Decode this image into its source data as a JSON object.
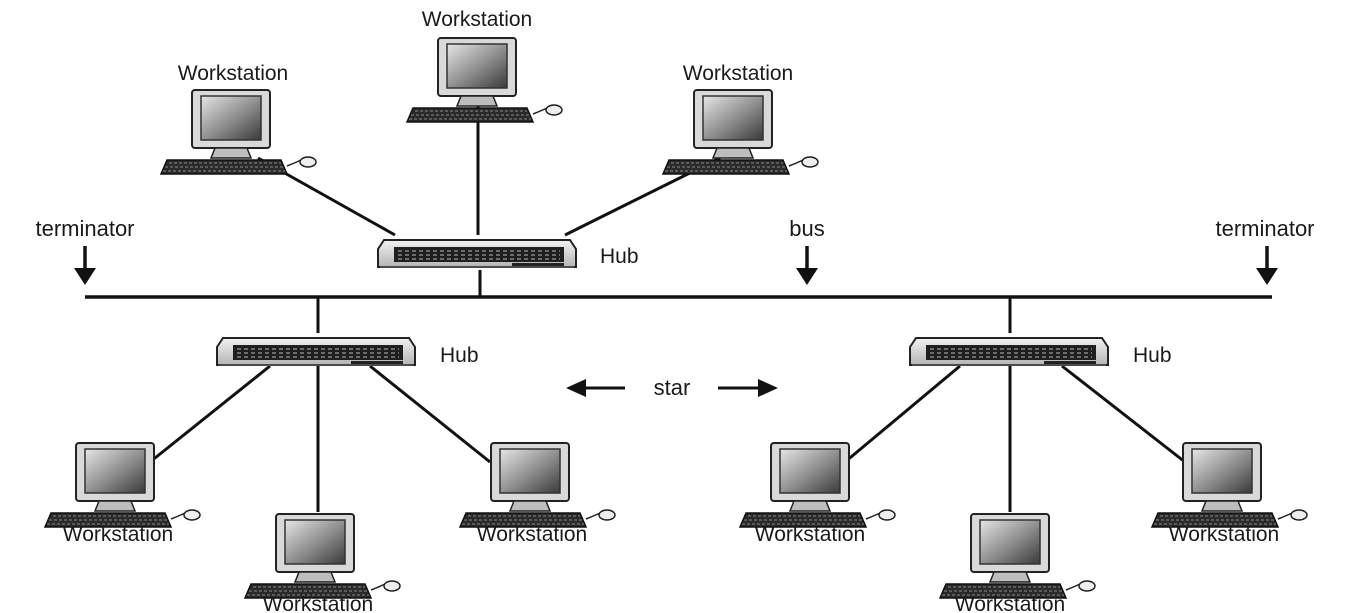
{
  "labels": {
    "terminator": "terminator",
    "bus": "bus",
    "hub": "Hub",
    "star": "star",
    "workstation": "Workstation"
  },
  "topology": {
    "hubs": [
      {
        "id": "hub-top",
        "label": "Hub",
        "workstations": 3
      },
      {
        "id": "hub-left",
        "label": "Hub",
        "workstations": 3
      },
      {
        "id": "hub-right",
        "label": "Hub",
        "workstations": 3
      }
    ],
    "terminators": 2,
    "workstations_total": 9
  }
}
